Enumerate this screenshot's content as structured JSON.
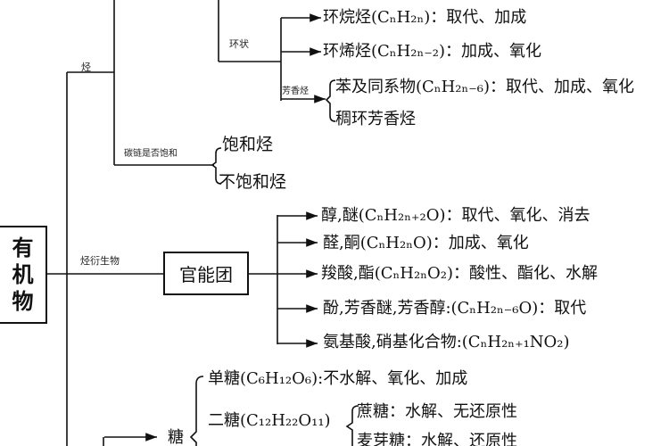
{
  "root": {
    "label": "有机物"
  },
  "hydrocarbon": {
    "label": "烃",
    "cyclic": {
      "label": "环状",
      "items": [
        "环烷烃(CₙH₂ₙ)：取代、加成",
        "环烯烃(CₙH₂ₙ₋₂)：加成、氧化"
      ],
      "aromatic": {
        "label": "芳香烃",
        "items": [
          "苯及同系物(CₙH₂ₙ₋₆)：取代、加成、氧化",
          "稠环芳香烃"
        ]
      }
    },
    "saturation": {
      "label": "碳链是否饱和",
      "items": [
        "饱和烃",
        "不饱和烃"
      ]
    }
  },
  "derivatives": {
    "label": "烃衍生物",
    "group_box": "官能团",
    "items": [
      "醇,醚(CₙH₂ₙ₊₂O)：取代、氧化、消去",
      "醛,酮(CₙH₂ₙO)：加成、氧化",
      "羧酸,酯(CₙH₂ₙO₂)：酸性、酯化、水解",
      "酚,芳香醚,芳香醇:(CₙH₂ₙ₋₆O)：取代",
      "氨基酸,硝基化合物:(CₙH₂ₙ₊₁NO₂)"
    ]
  },
  "sugar": {
    "label": "糖",
    "mono": "单糖(C₆H₁₂O₆):不水解、氧化、加成",
    "di": "二糖(C₁₂H₂₂O₁₁)",
    "di_items": [
      "蔗糖：水解、无还原性",
      "麦芽糖：水解、还原性"
    ]
  }
}
